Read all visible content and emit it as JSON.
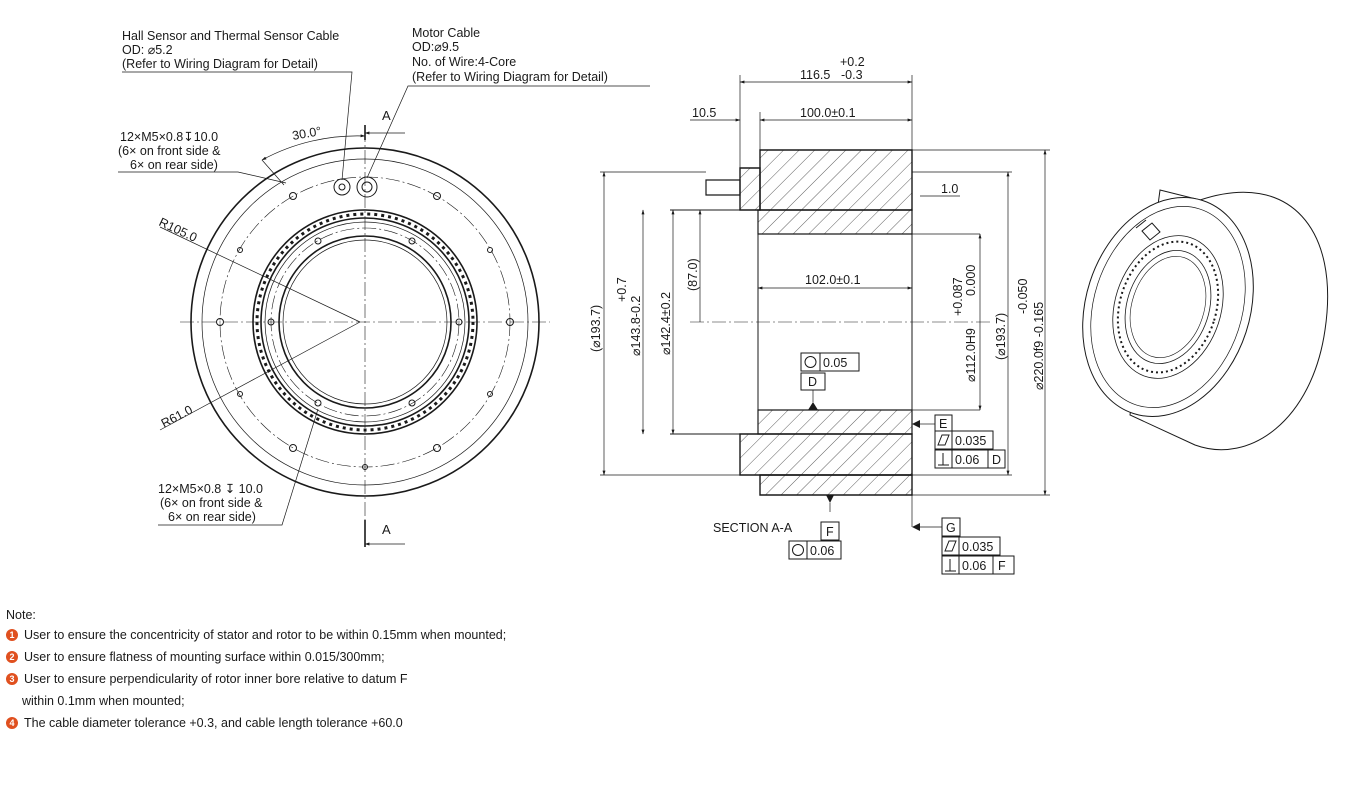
{
  "labels": {
    "hall_cable_title": "Hall Sensor and Thermal Sensor Cable",
    "hall_cable_od": "OD: ⌀5.2",
    "hall_cable_ref": "(Refer to Wiring Diagram for Detail)",
    "motor_cable_title": "Motor Cable",
    "motor_cable_od": "OD:⌀9.5",
    "motor_cable_wires": "No. of Wire:4-Core",
    "motor_cable_ref": "(Refer to Wiring Diagram for Detail)",
    "holes_top_1": "12×M5×0.8↧10.0",
    "holes_top_2": "(6× on front side &",
    "holes_top_3": "6× on rear side)",
    "holes_bottom_1": "12×M5×0.8 ↧ 10.0",
    "holes_bottom_2": "(6× on front side &",
    "holes_bottom_3": "6× on rear side)",
    "angle": "30.0°",
    "r_outer": "R105.0",
    "r_inner": "R61.0",
    "section_marker": "A",
    "section_title": "SECTION A-A"
  },
  "dimensions": {
    "overall_tol_upper": "+0.2",
    "overall_length": "116.5",
    "overall_tol_lower": "-0.3",
    "flange": "10.5",
    "body_length": "100.0±0.1",
    "chamfer": "1.0",
    "inner_length": "102.0±0.1",
    "dia_193_left": "(⌀193.7)",
    "dia_143_tol": "+0.7",
    "dia_143": "⌀143.8-0.2",
    "dia_142": "⌀142.4±0.2",
    "dia_87": "(87.0)",
    "dia_112_tol_up": "+0.087",
    "dia_112_tol_low": "0.000",
    "dia_112": "⌀112.0H9",
    "dia_193_right": "(⌀193.7)",
    "dia_220_tol_up": "-0.050",
    "dia_220": "⌀220.0f9 -0.165"
  },
  "gdt": {
    "circ_d_value": "0.05",
    "datum_d": "D",
    "datum_e": "E",
    "flat_e": "0.035",
    "perp_e": "0.06",
    "perp_e_ref": "D",
    "datum_f": "F",
    "circ_f": "0.06",
    "datum_g": "G",
    "flat_g": "0.035",
    "perp_g": "0.06",
    "perp_g_ref": "F"
  },
  "notes": {
    "title": "Note:",
    "items": [
      {
        "num": "1",
        "text": "User to ensure the concentricity of stator and rotor to be within 0.15mm when mounted;"
      },
      {
        "num": "2",
        "text": "User to ensure flatness of mounting surface within 0.015/300mm;"
      },
      {
        "num": "3",
        "text": "User to ensure perpendicularity of rotor inner bore relative to datum F"
      },
      {
        "num": "",
        "text": "within 0.1mm when mounted;"
      },
      {
        "num": "4",
        "text": "The cable diameter tolerance +0.3, and cable length tolerance +60.0"
      }
    ],
    "badge_color": "#e0501f"
  }
}
